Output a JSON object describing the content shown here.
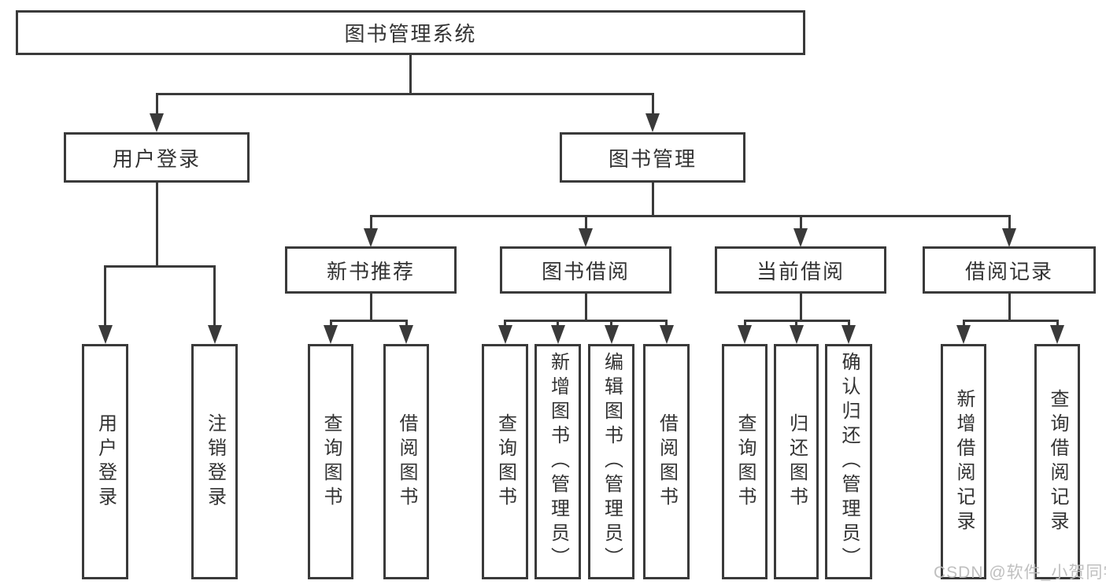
{
  "diagram": {
    "tree": {
      "root": {
        "label": "图书管理系统"
      },
      "children": [
        {
          "label": "用户登录",
          "children": [
            {
              "label": "用户登录"
            },
            {
              "label": "注销登录"
            }
          ]
        },
        {
          "label": "图书管理",
          "children": [
            {
              "label": "新书推荐",
              "children": [
                {
                  "label": "查询图书"
                },
                {
                  "label": "借阅图书"
                }
              ]
            },
            {
              "label": "图书借阅",
              "children": [
                {
                  "label": "查询图书"
                },
                {
                  "label": "新增图书（管理员）"
                },
                {
                  "label": "编辑图书（管理员）"
                },
                {
                  "label": "借阅图书"
                }
              ]
            },
            {
              "label": "当前借阅",
              "children": [
                {
                  "label": "查询图书"
                },
                {
                  "label": "归还图书"
                },
                {
                  "label": "确认归还（管理员）"
                }
              ]
            },
            {
              "label": "借阅记录",
              "children": [
                {
                  "label": "新增借阅记录"
                },
                {
                  "label": "查询借阅记录"
                }
              ]
            }
          ]
        }
      ]
    },
    "colors": {
      "line": "#3a3a3a",
      "text": "#333333",
      "background": "#ffffff",
      "watermark_gray": "#bcbcbc"
    }
  },
  "watermark": {
    "text": "CSDN @软件_小贺同学"
  }
}
